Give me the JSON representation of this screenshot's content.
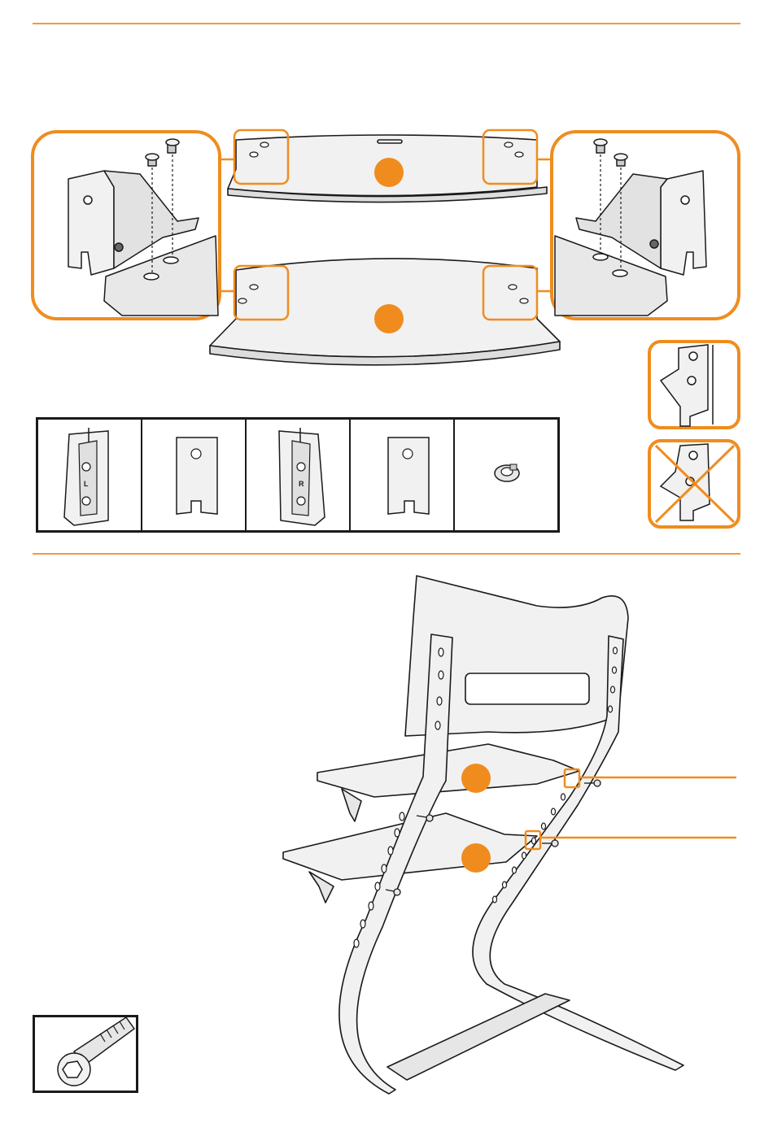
{
  "colors": {
    "accent": "#f08c1e",
    "rule": "#f29a3a",
    "line": "#1a1a1a",
    "part_fill": "#f1f1f1",
    "shadow_fill": "#d9d9d9"
  },
  "parts": [
    {
      "icon": "left-bracket-icon",
      "letter": "L"
    },
    {
      "icon": "flat-plate-icon",
      "letter": ""
    },
    {
      "icon": "right-bracket-icon",
      "letter": "R"
    },
    {
      "icon": "flat-plate-icon",
      "letter": ""
    },
    {
      "icon": "washer-screw-icon",
      "letter": ""
    }
  ],
  "callouts": {
    "top_board_marker": "orange-dot",
    "bottom_board_marker": "orange-dot",
    "correct_example": "check",
    "wrong_example": "cross"
  }
}
